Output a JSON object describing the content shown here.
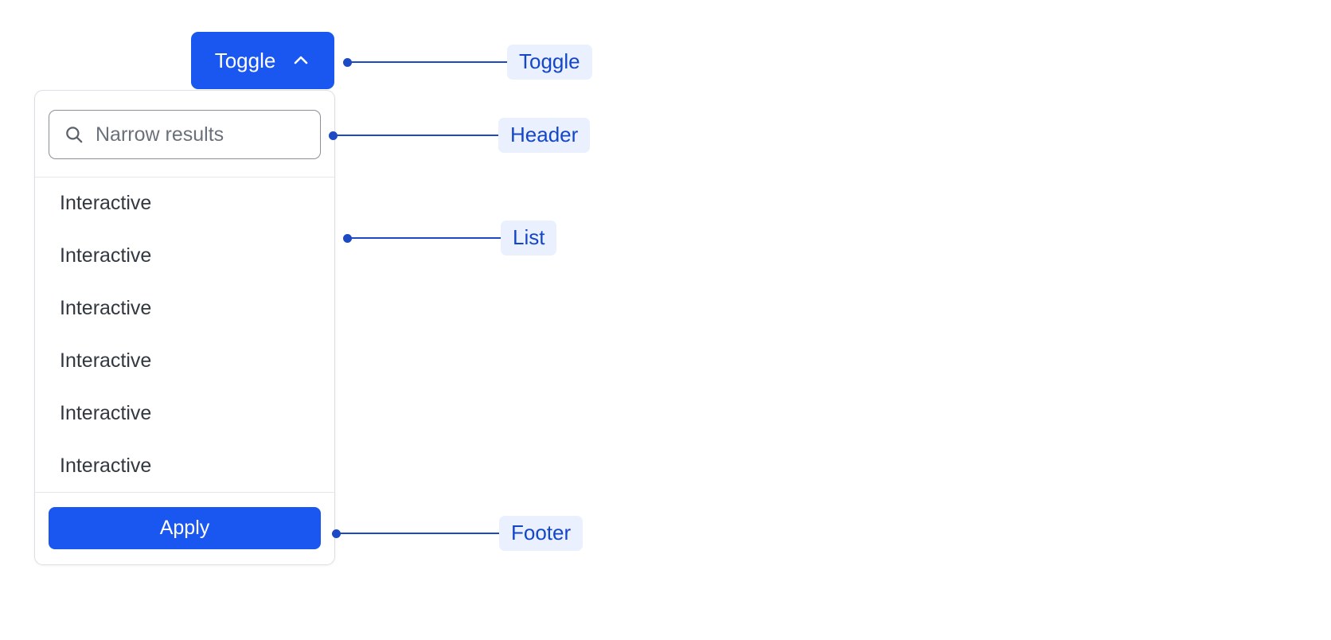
{
  "toggle": {
    "label": "Toggle",
    "icon": "chevron-up-icon",
    "expanded": true,
    "background_color": "#1a56f0",
    "text_color": "#ffffff"
  },
  "dropdown": {
    "header": {
      "search": {
        "icon": "search-icon",
        "placeholder": "Narrow results",
        "value": ""
      }
    },
    "list": {
      "items": [
        {
          "label": "Interactive"
        },
        {
          "label": "Interactive"
        },
        {
          "label": "Interactive"
        },
        {
          "label": "Interactive"
        },
        {
          "label": "Interactive"
        },
        {
          "label": "Interactive"
        }
      ]
    },
    "footer": {
      "apply_label": "Apply",
      "apply_background_color": "#1a56f0",
      "apply_text_color": "#ffffff"
    },
    "border_color": "#dcdfe4",
    "divider_color": "#e6e8eb"
  },
  "annotations": [
    {
      "label": "Toggle"
    },
    {
      "label": "Header"
    },
    {
      "label": "List"
    },
    {
      "label": "Footer"
    }
  ],
  "annotation_style": {
    "chip_background": "#eaf0fd",
    "chip_text_color": "#1446c8",
    "line_color": "#1b4ac4"
  }
}
